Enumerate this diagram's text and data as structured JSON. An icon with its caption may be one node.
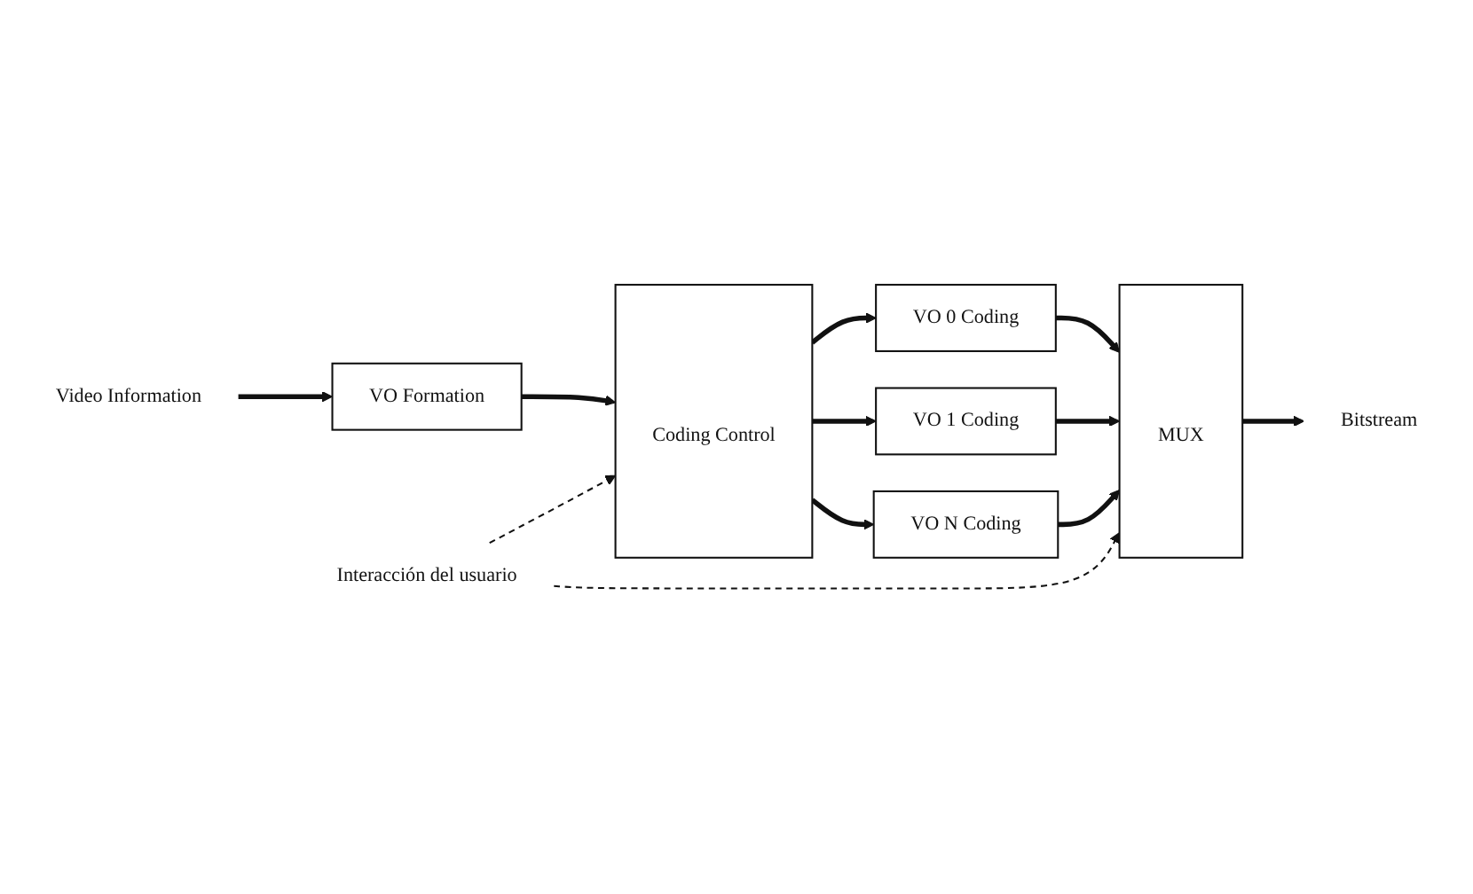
{
  "diagram": {
    "nodes": [
      {
        "text": [
          "Video Information"
        ]
      },
      {
        "text": [
          "VO Formation"
        ]
      },
      {
        "text": [
          "Coding Control"
        ]
      },
      {
        "text": [
          "VO 0 Coding"
        ]
      },
      {
        "text": [
          "VO 1 Coding"
        ]
      },
      {
        "text": [
          "VO N Coding"
        ]
      },
      {
        "text": [
          "MUX"
        ]
      },
      {
        "text": [
          "Bitstream"
        ]
      },
      {
        "text": [
          "Interacción del usuario"
        ]
      }
    ],
    "edges": [
      {
        "from": 0,
        "to": 1,
        "arrow": "to"
      },
      {
        "from": 1,
        "to": 2,
        "arrow": "to"
      },
      {
        "from": 2,
        "to": 3,
        "arrow": "to"
      },
      {
        "from": 2,
        "to": 4,
        "arrow": "to"
      },
      {
        "from": 2,
        "to": 5,
        "arrow": "to"
      },
      {
        "from": 3,
        "to": 6,
        "arrow": "to"
      },
      {
        "from": 4,
        "to": 6,
        "arrow": "to"
      },
      {
        "from": 5,
        "to": 6,
        "arrow": "to"
      },
      {
        "from": 6,
        "to": 7,
        "arrow": "to"
      },
      {
        "from": 8,
        "to": 2,
        "arrow": "to",
        "style": "dashed"
      },
      {
        "from": 8,
        "to": 6,
        "arrow": "to",
        "style": "dashed"
      }
    ]
  }
}
